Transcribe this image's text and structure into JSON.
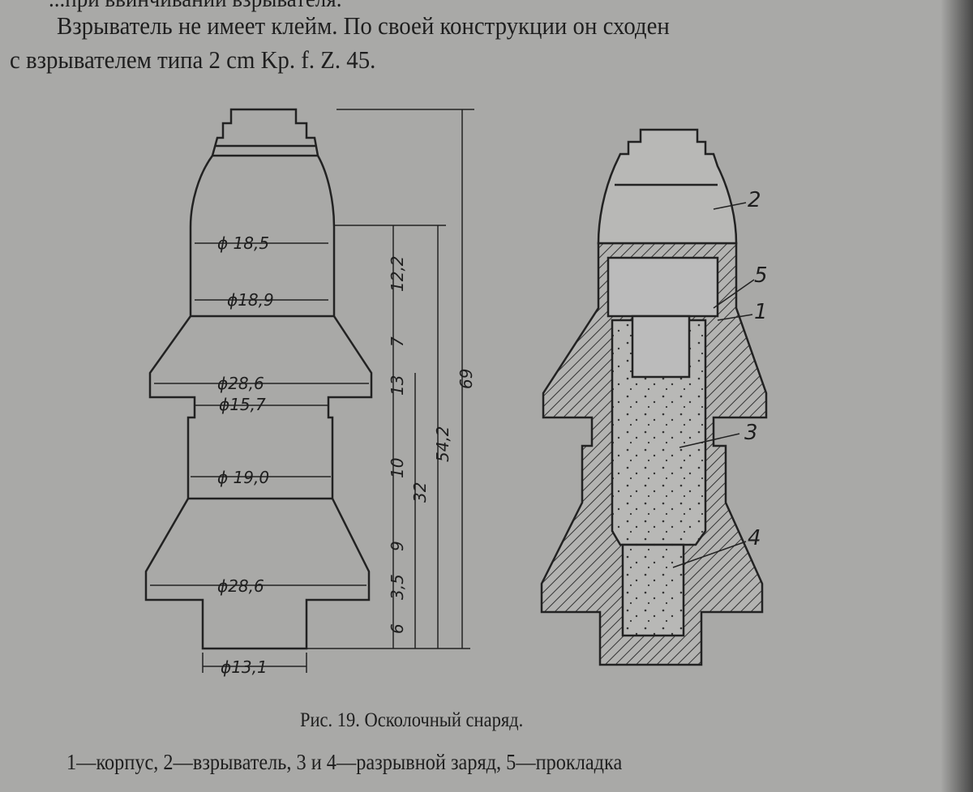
{
  "text": {
    "line0": "...при ввинчивании взрывателя.",
    "line1": "Взрыватель не имеет клейм. По своей конструкции он сходен",
    "line2": "с взрывателем типа 2 cm Kp. f. Z. 45."
  },
  "figure": {
    "caption": "Рис. 19. Осколочный снаряд.",
    "legend": "1—корпус, 2—взрыватель, 3 и 4—разрывной заряд, 5—прокладка",
    "diameters": [
      "ϕ 18,5",
      "ϕ18,9",
      "ϕ28,6",
      "ϕ15,7",
      "ϕ 19,0",
      "ϕ28,6",
      "ϕ13,1"
    ],
    "lengths": [
      "12,2",
      "7",
      "13",
      "10",
      "9",
      "3,5",
      "6",
      "32",
      "54,2",
      "69"
    ],
    "parts": [
      "1",
      "2",
      "3",
      "4",
      "5"
    ]
  }
}
